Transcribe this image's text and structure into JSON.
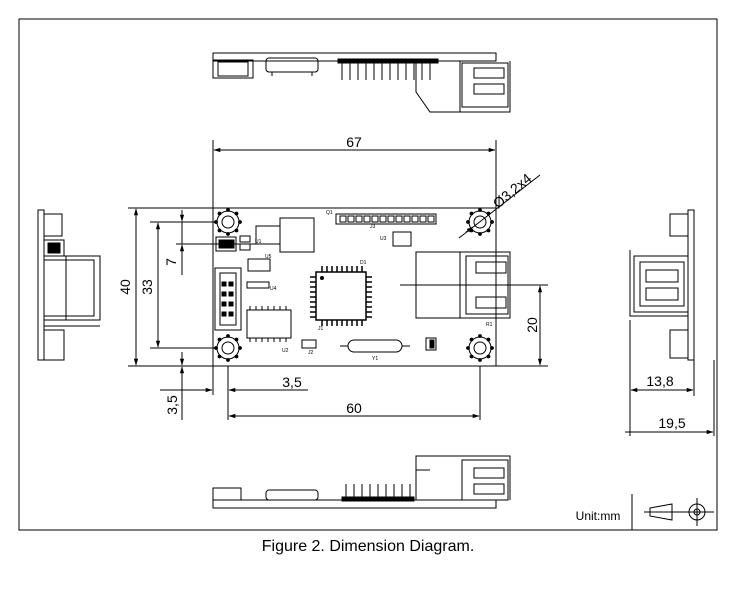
{
  "caption": "Figure 2.  Dimension Diagram.",
  "unit_label": "Unit:mm",
  "dimensions": {
    "board_width": "67",
    "board_height": "40",
    "hole_spacing_y": "33",
    "header_offset": "7",
    "hole_diameter": "Ø3,2x4",
    "hole_offset_x": "3,5",
    "hole_offset_y": "3,5",
    "hole_spacing_x": "60",
    "rj45_offset": "20",
    "side_depth_1": "13,8",
    "side_depth_2": "19,5"
  },
  "component_labels": {
    "u1": "U1",
    "u2": "U2",
    "u3": "U3",
    "u4": "U4",
    "u5": "U5",
    "j1": "J1",
    "j2": "J2",
    "j3": "J3",
    "y1": "Y1",
    "d1": "D1",
    "r1": "R1",
    "q1": "Q1"
  }
}
